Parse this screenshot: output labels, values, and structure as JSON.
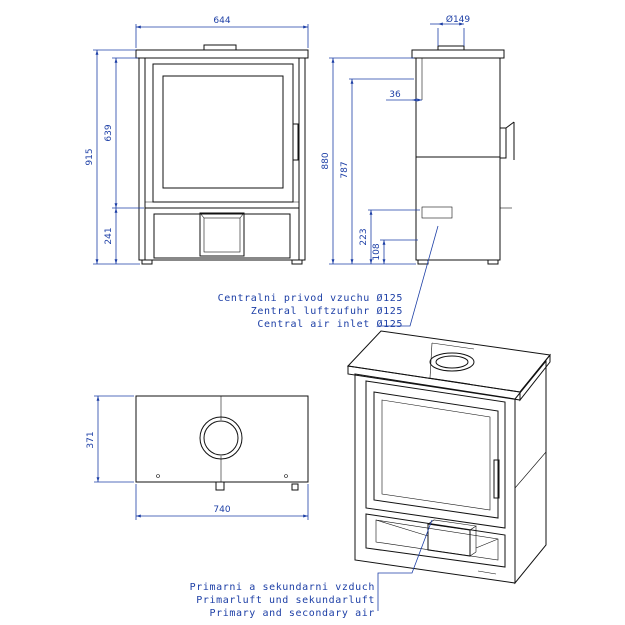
{
  "front_view": {
    "width_label": "644",
    "height_total_label": "915",
    "height_door_label": "639",
    "height_base_label": "241"
  },
  "side_view": {
    "flue_diameter_label": "Ø149",
    "offset_label": "36",
    "height_total_label": "880",
    "height_inlet_top_label": "787",
    "height_inlet_label": "223",
    "height_inlet_base_label": "108"
  },
  "top_view": {
    "depth_label": "371",
    "width_label": "740"
  },
  "notes": {
    "central_air": [
      "Centralni privod vzuchu Ø125",
      "Zentral luftzufuhr Ø125",
      "Central air inlet Ø125"
    ],
    "primary_secondary": [
      "Primarni a sekundarni vzduch",
      "Primarluft und sekundarluft",
      "Primary and secondary air"
    ]
  }
}
